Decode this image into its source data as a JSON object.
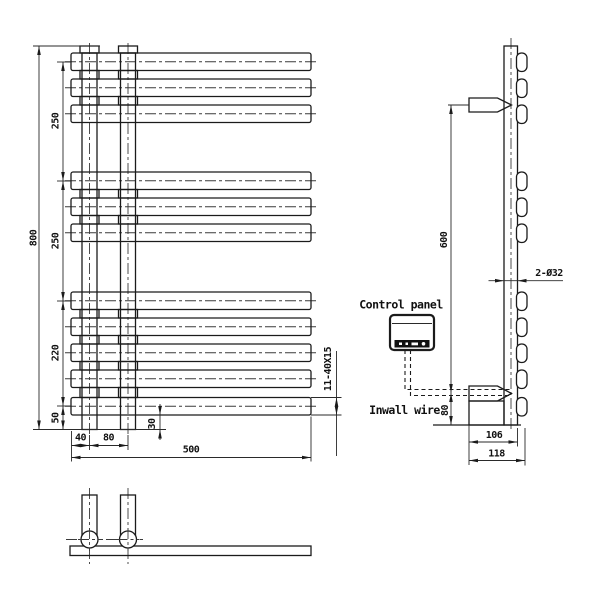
{
  "drawing": {
    "front_view": {
      "dim_total_height": "800",
      "dim_seg_top": "250",
      "dim_seg_mid": "250",
      "dim_seg_lower": "220",
      "dim_seg_bottom": "50",
      "dim_left_offset": "40",
      "dim_riser_spacing": "80",
      "dim_bottom_stub": "30",
      "dim_total_width": "500",
      "dim_bar_spec": "11-40X15"
    },
    "side_view": {
      "dim_connector_span": "600",
      "dim_tube_diameter": "2-Ø32",
      "dim_bottom_offset": "80",
      "dim_depth_inner": "106",
      "dim_depth_outer": "118",
      "label_control_panel": "Control panel",
      "label_inwall_wire": "Inwall wire"
    },
    "line_color": "#1b1b1b",
    "background_color": "#ffffff"
  }
}
